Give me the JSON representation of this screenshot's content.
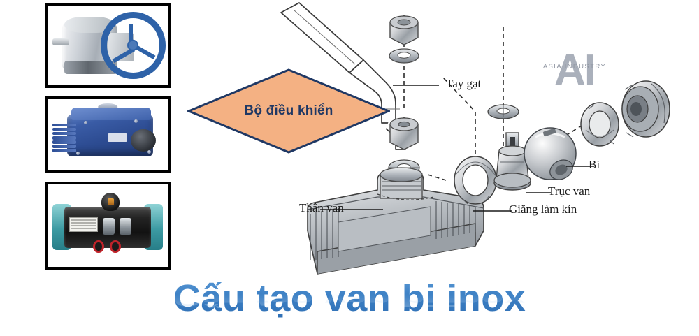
{
  "page": {
    "background_color": "#ffffff",
    "title": "Cấu tạo van bi inox",
    "title_color_top": "#5c9bd6",
    "title_color_bottom": "#2f6fb4"
  },
  "watermark": {
    "logo_text": "AI",
    "subtitle": "ASIA INDUSTRY",
    "color": "#aab0bb"
  },
  "callout": {
    "label": "Bộ điều khiển",
    "fill_color": "#f4b183",
    "border_color": "#1f3864",
    "text_color": "#1f3864"
  },
  "photos": [
    {
      "name": "manual-gearbox-handwheel-actuator",
      "accent_color": "#2e62a8"
    },
    {
      "name": "electric-actuator",
      "accent_color": "#2d4c92"
    },
    {
      "name": "pneumatic-actuator",
      "accent_color": "#3c9aa2"
    }
  ],
  "diagram": {
    "type": "exploded-assembly",
    "line_color": "#2b2b2b",
    "labels": [
      {
        "key": "handle",
        "text": "Tay gạt"
      },
      {
        "key": "ball",
        "text": "Bi"
      },
      {
        "key": "stem",
        "text": "Trục van"
      },
      {
        "key": "seal",
        "text": "Giăng làm kín"
      },
      {
        "key": "body",
        "text": "Thân van"
      }
    ],
    "parts": [
      "lever-handle",
      "hex-nut",
      "washer",
      "packing-gland",
      "stem",
      "ball",
      "seat-seal",
      "end-cap",
      "valve-body"
    ]
  }
}
